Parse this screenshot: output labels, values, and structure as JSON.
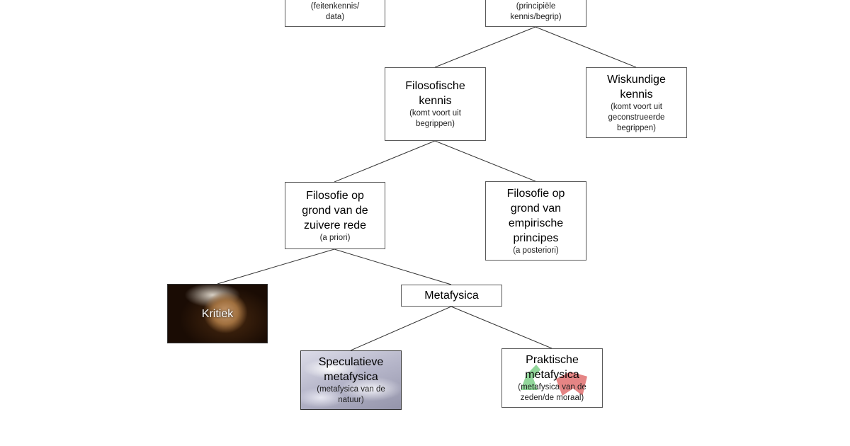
{
  "diagram": {
    "nodes": {
      "feitenkennis": {
        "title": "",
        "sub": "(feitenkennis/\ndata)"
      },
      "principiele": {
        "title": "",
        "sub": "(principiële\nkennis/begrip)"
      },
      "filosofische": {
        "title": "Filosofische\nkennis",
        "sub": "(komt voort uit\nbegrippen)"
      },
      "wiskundige": {
        "title": "Wiskundige\nkennis",
        "sub": "(komt voort uit\ngeconstrueerde\nbegrippen)"
      },
      "zuivere_rede": {
        "title": "Filosofie op\ngrond van de\nzuivere rede",
        "sub": "(a priori)"
      },
      "empirisch": {
        "title": "Filosofie op\ngrond van\nempirische\nprincipes",
        "sub": "(a posteriori)"
      },
      "kritiek": {
        "title": "Kritiek"
      },
      "metafysica": {
        "title": "Metafysica"
      },
      "speculatieve": {
        "title": "Speculatieve\nmetafysica",
        "sub": "(metafysica van de\nnatuur)"
      },
      "praktische": {
        "title": "Praktische\nmetafysica",
        "sub": "(metafysica van de\nzeden/de moraal)"
      }
    },
    "colors": {
      "line": "#333333",
      "border": "#5a5a5a"
    }
  }
}
